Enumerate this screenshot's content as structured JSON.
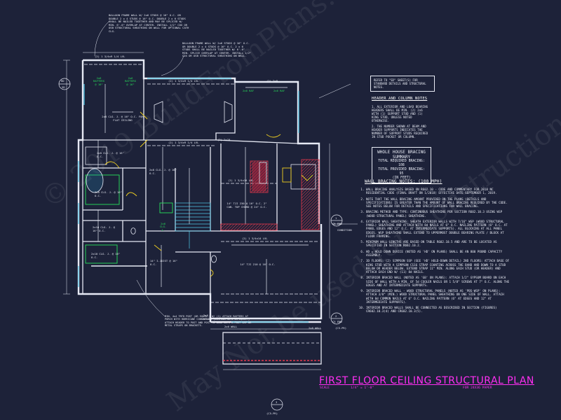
{
  "title": "FIRST FLOOR CEILING STRUCTURAL PLAN",
  "scale_label": "SCALE",
  "scale_ratio": "1/4\" = 1'-0\"",
  "scale_format": "FOR 24X36 PAPER",
  "balloon_note_1": "BALLOON FRAME WALL W/ 2x6 STUDS @ 16\" O.C. OR DOUBLE 2 x 4 STUDS @ 16\" O.C. DOUBLE 2 x 6 STUDS SHALL BE NAILED TOGETHER AND MAY BE SPLICED W/ MIN. 6'-0\" OVERLAP AT CENTER. INSTALL 1/2\" CDX OR OSB STRUCTURAL SHEATHING ON WALL FOR OPTIONAL CATH CLG.",
  "balloon_note_2": "BALLOON FRAME WALL W/ 2x6 STUDS @ 16\" O.C. OR DOUBLE 2 x 4 STUDS @ 16\" O.C. 2 x 6 STUDS SHALL BE NAILED TOGETHER W/ 6'-0\" MIN. SPLICE OVERLAP AT CENTER. INSTALL 1/2\" CDX OR OSB STRUCTURAL SHEATHING ON WALL.",
  "post_note": "MIN. 4x4 TRTD POST (OR EQUIV.) W/ (1) ATTACH RAFTERS AT PORCH WITH HURRICANE CONNECTORS (SIMPSON H2.5 OR EQUIV.) ATTACH HEADER TO POST AND POST TO BASE WITH A POST CAP OR METAL STRAPS ON BRACKETS.",
  "refer_note": "REFER TO \"SD\" SHEET(S) FOR STANDARD DETAILS AND STRUCTURAL NOTES.",
  "header_notes": {
    "heading": "HEADER AND COLUMN NOTES",
    "items": [
      "1. ALL EXTERIOR AND LOAD BEARING HEADERS SHALL BE MIN. (2) 2x6 WITH (1) SUPPORT STUD AND (1) KING STUD, UNLESS NOTED OTHERWISE.",
      "2. THE NUMBER SHOWN AT BEAM AND HEADER SUPPORTS INDICATES THE NUMBER OF SUPPORT STUDS REQUIRED IN STUD POCKET OR COLUMN."
    ]
  },
  "bracing_summary": {
    "heading": "WHOLE HOUSE BRACING SUMMARY",
    "required": "TOTAL REQUIRED BRACING: 108",
    "provided": "TOTAL PROVIDED BRACING: 95",
    "unit": "(IN FEET)"
  },
  "wall_notes": {
    "heading": "WALL BRACING NOTES: (100 MPH)",
    "items": [
      "WALL BRACING ANALYSIS BASED ON R602.10 - CODE AND COMMENTARY FOR 2018 NC RESIDENTIAL CODE (FINAL DRAFT ON 1/2018) EFFECTIVE DATE SEPTEMBER 1, 2019.",
      "NOTE THAT THE WALL BRACING AMOUNT PROVIDED ON THE PLANS (DETAILS AND SPECIFICATIONS) IS GREATER THAN THE AMOUNT OF WALL BRACING REQUIRED BY THE CODE. SEE NOTES BELOW FOR DETAILS AND SPECIFICATIONS FOR WALL BRACING.",
      "BRACING METHOD AND TYPE: CONTINUOUS SHEATHING PER SECTION R602.10.3 USING WSP (WOOD STRUCTURAL PANEL) SHEATHING.",
      "EXTERIOR WALL SHEATHING: SHEATH EXTERIOR WALLS WITH 7/16\" WSP (WOOD STRUCTURAL PANEL) SHEATHING AND ATTACH WITH 8d NAILS AT 6\" O.C. NAILING PATTERN (6\" O.C. AT PANEL EDGES AND 12\" O.C. AT INTERMEDIATE SUPPORTS). ALL BLOCKING AT ALL PANEL EDGES. WSP SHEATHING SHALL EXTEND TO UPPERMOST DOUBLE BEARING PLATE / BLOCK AT FLOOR FRAMING.",
      "MINIMUM WALL LENGTHS ARE BASED ON TABLE R602.10.5 AND ARE TO BE LOCATED AS SPECIFIED IN SECTION R602.10.2.",
      "HD = HOLD DOWN DEVICE (NOTED AS 'HD' ON PLANS) SHALL BE AN 800 POUND CAPACITY ASSEMBLY.",
      "3D FLOORS: (2) SIMPSON SSP (SEE 'HD' HOLD-DOWN DETAIL) 2ND FLOORS: ATTACH BASE OF KING STUD WITH A SIMPSON CS16 STRAP COUNTING ACROSS THE BAND AND DOWN TO A STUD BELOW OR HEADER BELOW. EXTEND STRAP 11\" MIN. ALONG EACH STUD (OR HEADER) AND ATTACH EACH END W/ (11) 8d NAILS.",
      "INTERIOR BRACED WALL (NOTED AS 'GB' ON PLANS): ATTACH 1/2\" GYPSUM BOARD ON EACH SIDE OF WALL WITH A MIN. OF 5d COOLER NAILS OR 1 5/8\" SCREWS AT 7\" O.C. ALONG THE EDGES AND AT INTERMEDIATE SUPPORTS.",
      "INTERIOR BRACED WALL - WOOD STRUCTURAL PANELS (NOTED AS 'PBS-WSP' ON PLANS): ATTACH 3/8\" (MIN.) WOOD STRUCTURAL PANEL SHEATHING ON ONE SIDE OF WALL. ATTACH WITH 8d COMMON NAILS AT 6\" O.C. NAILING PATTERN (6\" AT EDGES AND 12\" AT INTERMEDIATE SUPPORTS).",
      "INTERIOR BRACED WALLS SHALL BE CONNECTED AS DESCRIBED IN SECTION (FIGURES) CR602.10.3(4) AND CR602.10.3(5)."
    ]
  },
  "section_tags": {
    "tag_1": "1",
    "tag_1_ref": "C5 END",
    "tag_1_sheet": "CONDITION",
    "tag_2": "2",
    "tag_2_ref": "C5 END",
    "tag_2_sheet": "(C5-PR)",
    "tag_3": "3",
    "tag_3_ref": "(C5-PR)",
    "tag_left": "HD",
    "tag_left_ref": "SD"
  },
  "plan_labels": {
    "beam_top": "(2) 1 3/4x9 1/4 LVL",
    "beam_mid": "(2) 1 3/4x9 1/4 LVL",
    "beam_stair": "(2) 1 3/4x9 1/4 LVL",
    "beam_center": "(2) 1 3/4x14 LVL",
    "beam_kitchen": "(2) 1 3/4x14 LVL",
    "joist_1": "2x8 CLG. J. @ 16\" O.C. FOR FLAT CEILING",
    "joist_2": "2x8 CLG. J. @ 16\" O.C.",
    "joist_3": "2x8 CLG. J. @ 16\" O.C.",
    "joist_4": "2x8 CLG. J. @ 16\" O.C.",
    "joist_5": "2x10 CLG. J. @ 16\" O.C.",
    "joist_6": "2x10 CLG. J. @ 16\" O.C.",
    "joist_7": "14\" I-JOIST @ 16\" O.C.",
    "joist_8": "14\" TJI 210 @ 16\" O.C.",
    "joist_9": "14\" TJI 230 @ 16\" O.C. 2\" CAN. TOP CHORD @ 24\" O.C.",
    "dbl_1": "(2) 2x10",
    "dbl_2": "(2) 2x8",
    "green_1": "2x6\nRAFTERS\n@ 16\"",
    "green_2": "2x6\nRAFTERS\n@ 16\"",
    "green_3": "2x6 RAF",
    "green_4": "2x6 RAF",
    "green_5": "2x6\nCLG.\nJ.",
    "wall_1": "2x6 WALL",
    "wall_2": "2x6 WALL",
    "wall_3": "2x6\nWALL"
  },
  "watermark": {
    "line_1": "© 2019 BuildFromPlans.com",
    "line_2": "May Not be used for Construction"
  },
  "colors": {
    "background": "#1d2239",
    "lines": "#e6e9f4",
    "magenta": "#ff2ef2",
    "red_hatch": "#e6394d",
    "green_text": "#27e05a",
    "yellow_door": "#f0d020",
    "cyan_window": "#4fc7e8"
  }
}
